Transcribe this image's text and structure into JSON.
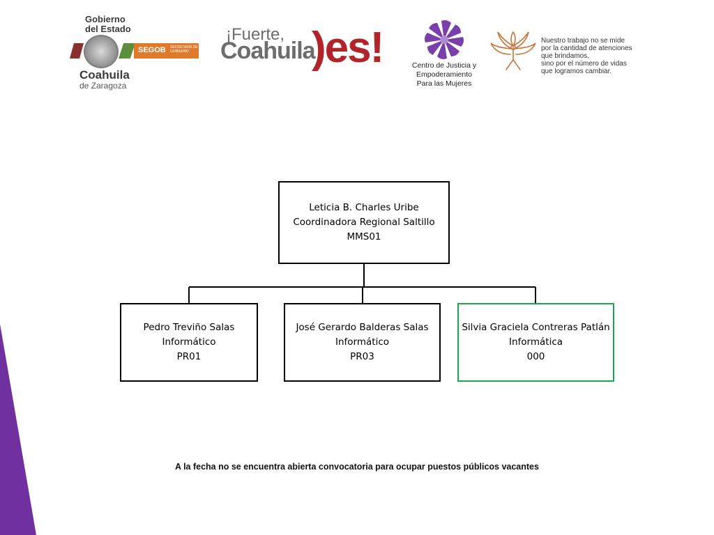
{
  "header": {
    "gobierno": {
      "line1": "Gobierno",
      "line2": "del Estado",
      "state": "Coahuila",
      "sub": "de Zaragoza",
      "agency": "SEGOB",
      "agency_sub": "SECRETARÍA DE GOBIERNO"
    },
    "fuerte": {
      "line1": "¡Fuerte,",
      "line2": "Coahuila",
      "es": ")es!"
    },
    "cjem": {
      "lines": [
        "Centro de Justicia y",
        "Empoderamiento",
        "Para las Mujeres"
      ]
    },
    "motto": {
      "lines": [
        "Nuestro trabajo no se mide",
        "por la cantidad de atenciones",
        "que brindamos,",
        "sino por el número de vidas",
        "que logramos cambiar."
      ]
    }
  },
  "org_chart": {
    "root": {
      "name": "Leticia B. Charles Uribe",
      "role": "Coordinadora Regional Saltillo",
      "code": "MMS01"
    },
    "children": [
      {
        "name": "Pedro Treviño Salas",
        "role": "Informático",
        "code": "PR01"
      },
      {
        "name": "José Gerardo Balderas Salas",
        "role": "Informático",
        "code": "PR03"
      },
      {
        "name": "Silvia Graciela Contreras Patlán",
        "role": "Informática",
        "code": "000"
      }
    ]
  },
  "notice": "A la fecha no se encuentra abierta convocatoria para ocupar puestos públicos vacantes",
  "colors": {
    "wedge": "#7030a0",
    "highlight_border": "#1aa64a",
    "cjem_purple": "#7a3fa8",
    "lotus_orange": "#c9733a"
  }
}
